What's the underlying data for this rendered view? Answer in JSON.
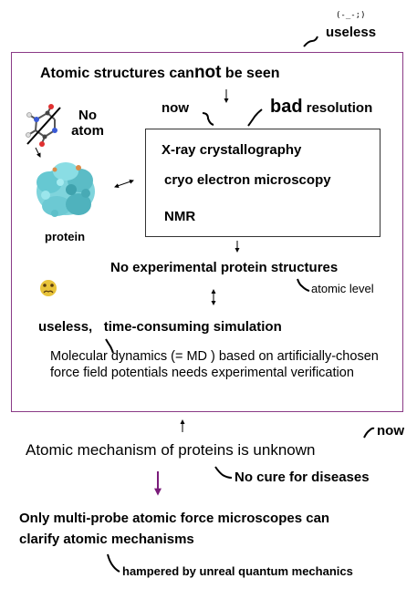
{
  "face_emoticon": "(-_-;)",
  "top_useless": "useless",
  "headline_part1": "Atomic structures can",
  "headline_emphasis": "not",
  "headline_part2": " be seen",
  "now_label": "now",
  "bad_word": "bad",
  "resolution_word": " resolution",
  "no_atom_label": "No atom",
  "methods": [
    "X-ray crystallography",
    "cryo electron microscopy",
    "NMR"
  ],
  "protein_label": "protein",
  "no_experimental": "No experimental protein structures",
  "atomic_level": "atomic level",
  "useless_sim": "useless,   time-consuming simulation",
  "md_text": "Molecular dynamics (= MD ) based on artificially-chosen force field potentials needs experimental verification",
  "now_label2": "now",
  "mechanism_unknown": "Atomic mechanism of proteins is unknown",
  "no_cure": "No cure for diseases",
  "afm_text_line1": "Only multi-probe atomic force microscopes can",
  "afm_text_line2": "clarify atomic mechanisms",
  "hampered": "hampered by unreal quantum mechanics",
  "colors": {
    "frame": "#8a3a86",
    "down_arrow": "#7a1c7a",
    "protein": "#66c8d2",
    "emoji": "#e8c33a"
  }
}
